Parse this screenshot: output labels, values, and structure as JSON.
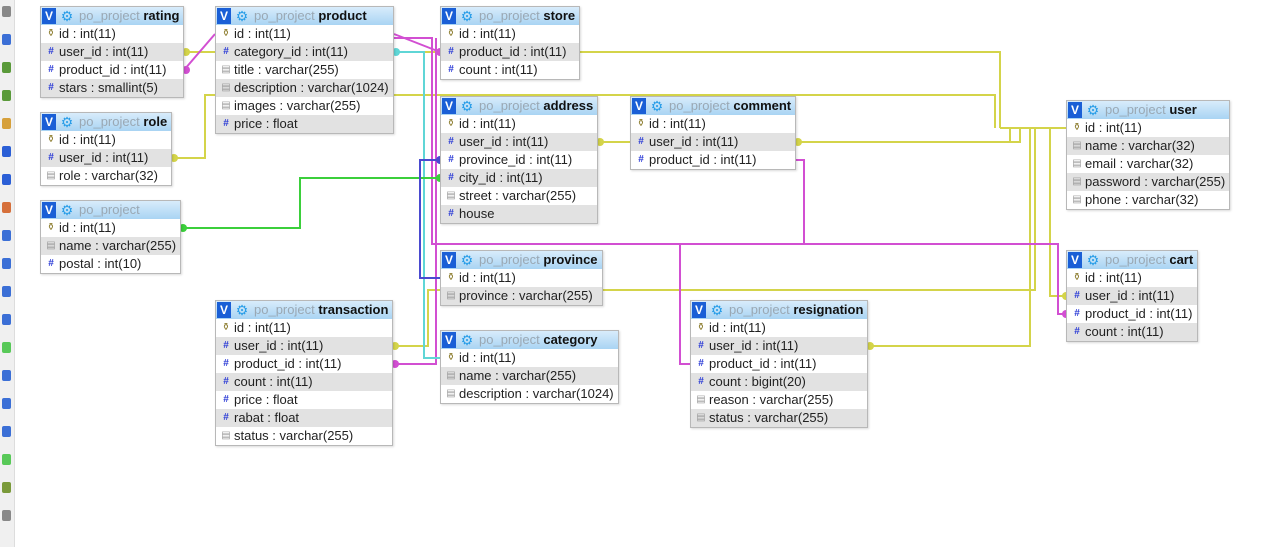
{
  "schema": "po_project",
  "colors": {
    "yellow": "#d4d44a",
    "magenta": "#d24fd2",
    "cyan": "#5fd6d6",
    "green": "#3bcf3b",
    "blue": "#4a4ad0",
    "header": "#a9d4f3"
  },
  "tables": {
    "rating": {
      "name": "rating",
      "columns": [
        {
          "text": "id : int(11)",
          "icon": "key"
        },
        {
          "text": "user_id : int(11)",
          "icon": "num"
        },
        {
          "text": "product_id : int(11)",
          "icon": "num"
        },
        {
          "text": "stars : smallint(5)",
          "icon": "num"
        }
      ]
    },
    "product": {
      "name": "product",
      "columns": [
        {
          "text": "id : int(11)",
          "icon": "key"
        },
        {
          "text": "category_id : int(11)",
          "icon": "num"
        },
        {
          "text": "title : varchar(255)",
          "icon": "txt"
        },
        {
          "text": "description : varchar(1024)",
          "icon": "txt"
        },
        {
          "text": "images : varchar(255)",
          "icon": "txt"
        },
        {
          "text": "price : float",
          "icon": "num"
        }
      ]
    },
    "store": {
      "name": "store",
      "columns": [
        {
          "text": "id : int(11)",
          "icon": "key"
        },
        {
          "text": "product_id : int(11)",
          "icon": "num"
        },
        {
          "text": "count : int(11)",
          "icon": "num"
        }
      ]
    },
    "role": {
      "name": "role",
      "columns": [
        {
          "text": "id : int(11)",
          "icon": "key"
        },
        {
          "text": "user_id : int(11)",
          "icon": "num"
        },
        {
          "text": "role : varchar(32)",
          "icon": "txt"
        }
      ]
    },
    "city": {
      "name": "",
      "columns": [
        {
          "text": "id : int(11)",
          "icon": "key"
        },
        {
          "text": "name : varchar(255)",
          "icon": "txt"
        },
        {
          "text": "postal : int(10)",
          "icon": "num"
        }
      ]
    },
    "user": {
      "name": "user",
      "columns": [
        {
          "text": "id : int(11)",
          "icon": "key"
        },
        {
          "text": "name : varchar(32)",
          "icon": "txt"
        },
        {
          "text": "email : varchar(32)",
          "icon": "txt"
        },
        {
          "text": "password : varchar(255)",
          "icon": "txt"
        },
        {
          "text": "phone : varchar(32)",
          "icon": "txt"
        }
      ]
    },
    "address": {
      "name": "address",
      "columns": [
        {
          "text": "id : int(11)",
          "icon": "key"
        },
        {
          "text": "user_id : int(11)",
          "icon": "num"
        },
        {
          "text": "province_id : int(11)",
          "icon": "num"
        },
        {
          "text": "city_id : int(11)",
          "icon": "num"
        },
        {
          "text": "street : varchar(255)",
          "icon": "txt"
        },
        {
          "text": "house",
          "icon": "num"
        }
      ]
    },
    "comment": {
      "name": "comment",
      "columns": [
        {
          "text": "id : int(11)",
          "icon": "key"
        },
        {
          "text": "user_id : int(11)",
          "icon": "num"
        },
        {
          "text": "product_id : int(11)",
          "icon": "num"
        }
      ]
    },
    "cart": {
      "name": "cart",
      "columns": [
        {
          "text": "id : int(11)",
          "icon": "key"
        },
        {
          "text": "user_id : int(11)",
          "icon": "num"
        },
        {
          "text": "product_id : int(11)",
          "icon": "num"
        },
        {
          "text": "count : int(11)",
          "icon": "num"
        }
      ]
    },
    "province": {
      "name": "province",
      "columns": [
        {
          "text": "id : int(11)",
          "icon": "key"
        },
        {
          "text": "province : varchar(255)",
          "icon": "txt"
        }
      ]
    },
    "category": {
      "name": "category",
      "columns": [
        {
          "text": "id : int(11)",
          "icon": "key"
        },
        {
          "text": "name : varchar(255)",
          "icon": "txt"
        },
        {
          "text": "description : varchar(1024)",
          "icon": "txt"
        }
      ]
    },
    "resignation": {
      "name": "resignation",
      "columns": [
        {
          "text": "id : int(11)",
          "icon": "key"
        },
        {
          "text": "user_id : int(11)",
          "icon": "num"
        },
        {
          "text": "product_id : int(11)",
          "icon": "num"
        },
        {
          "text": "count : bigint(20)",
          "icon": "num"
        },
        {
          "text": "reason : varchar(255)",
          "icon": "txt"
        },
        {
          "text": "status : varchar(255)",
          "icon": "txt"
        }
      ]
    },
    "transaction": {
      "name": "transaction",
      "columns": [
        {
          "text": "id : int(11)",
          "icon": "key"
        },
        {
          "text": "user_id : int(11)",
          "icon": "num"
        },
        {
          "text": "product_id : int(11)",
          "icon": "num"
        },
        {
          "text": "count : int(11)",
          "icon": "num"
        },
        {
          "text": "price : float",
          "icon": "num"
        },
        {
          "text": "rabat : float",
          "icon": "num"
        },
        {
          "text": "status : varchar(255)",
          "icon": "txt"
        }
      ]
    }
  }
}
